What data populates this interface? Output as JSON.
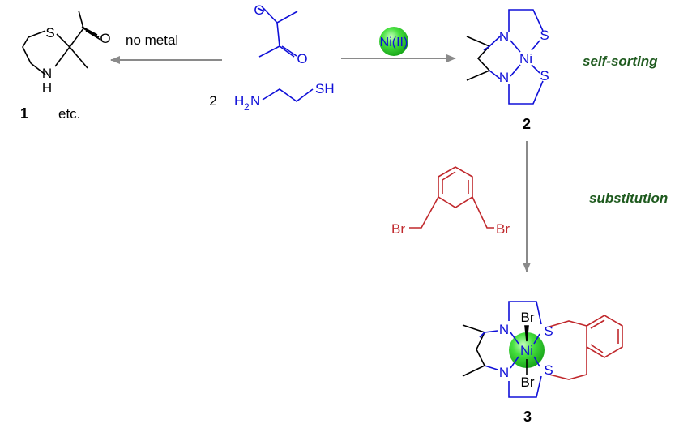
{
  "reagents": {
    "amine_coefficient": "2",
    "amine_left_h": "H",
    "amine_left_sub": "2",
    "amine_left_n": "N",
    "amine_right": "SH",
    "dione_oxygen_1": "O",
    "dione_oxygen_2": "O"
  },
  "arrows": {
    "left_label": "no metal",
    "right_badge": "Ni(II)"
  },
  "compound_1": {
    "number": "1",
    "suffix": "etc.",
    "s_atom": "S",
    "n_atom": "N",
    "h_atom": "H",
    "o_atom": "O"
  },
  "compound_2": {
    "number": "2",
    "n_top": "N",
    "n_bottom": "N",
    "s_top": "S",
    "s_bottom": "S",
    "ni": "Ni",
    "condition": "self-sorting"
  },
  "xylyl": {
    "br_left": "Br",
    "br_right": "Br",
    "condition": "substitution"
  },
  "compound_3": {
    "number": "3",
    "n_top": "N",
    "n_bottom": "N",
    "s_top": "S",
    "s_bottom": "S",
    "ni": "Ni",
    "br_top": "Br",
    "br_bottom": "Br"
  },
  "colors": {
    "ligand_blue": "#1010d8",
    "xylyl_red": "#c0282c",
    "condition_green": "#1e5a1e",
    "arrow_gray": "#8a8a8a",
    "nickel_green": "#3fd23f"
  }
}
